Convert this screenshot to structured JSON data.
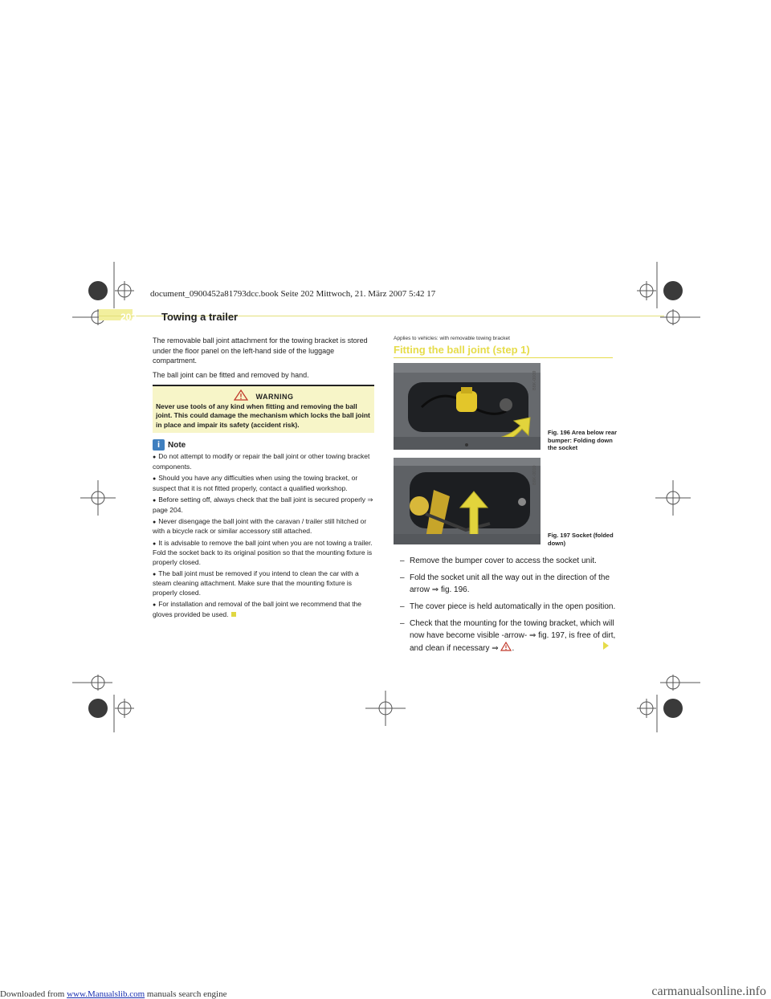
{
  "crop_text": "document_0900452a81793dcc.book  Seite 202  Mittwoch, 21. März 2007  5:42 17",
  "header": {
    "page_number": "202",
    "chapter_title": "Towing a trailer"
  },
  "left_column": {
    "para1": "The removable ball joint attachment for the towing bracket is stored under the floor panel on the left-hand side of the luggage compartment.",
    "para2": "The ball joint can be fitted and removed by hand.",
    "warning": {
      "title": "WARNING",
      "text": "Never use tools of any kind when fitting and removing the ball joint. This could damage the mechanism which locks the ball joint in place and impair its safety (accident risk)."
    },
    "note": {
      "title": "Note",
      "bullets": [
        "Do not attempt to modify or repair the ball joint or other towing bracket components.",
        "Should you have any difficulties when using the towing bracket, or suspect that it is not fitted properly, contact a qualified workshop.",
        "Before setting off, always check that the ball joint is secured properly ⇒ page 204.",
        "Never disengage the ball joint with the caravan / trailer still hitched or with a bicycle rack or similar accessory still attached.",
        "It is advisable to remove the ball joint when you are not towing a trailer. Fold the socket back to its original position so that the mounting fixture is properly closed.",
        "The ball joint must be removed if you intend to clean the car with a steam cleaning attachment. Make sure that the mounting fixture is properly closed.",
        "For installation and removal of the ball joint we recommend that the gloves provided be used."
      ]
    }
  },
  "right_column": {
    "applies_to": "Applies to vehicles: with removable towing bracket",
    "section_title": "Fitting the ball joint (step 1)",
    "figures": [
      {
        "code": "B8K-0009",
        "caption": "Fig. 196  Area below rear bumper: Folding down the socket"
      },
      {
        "code": "B8K-0010",
        "caption": "Fig. 197  Socket (folded down)"
      }
    ],
    "steps": [
      "Remove the bumper cover to access the socket unit.",
      "Fold the socket unit all the way out in the direction of the arrow ⇒ fig. 196.",
      "The cover piece is held automatically in the open position.",
      "Check that the mounting for the towing bracket, which will now have become visible -arrow- ⇒ fig. 197, is free of dirt, and clean if necessary ⇒"
    ]
  },
  "footer": {
    "prefix": "Downloaded from",
    "link": "www.Manualslib.com",
    "suffix": "manuals search engine",
    "watermark": "carmanualsonline.info"
  },
  "colors": {
    "accent_yellow": "#e6dc4a",
    "warning_bg": "#f7f5c8",
    "note_icon_blue": "#3f7fbf"
  }
}
